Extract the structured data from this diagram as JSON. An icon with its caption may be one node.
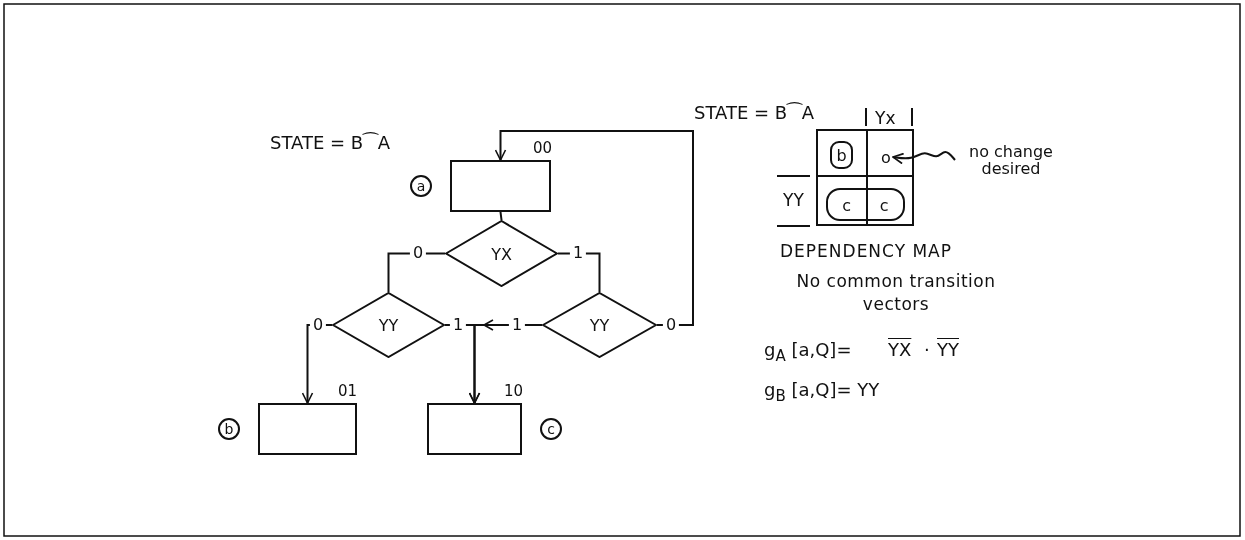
{
  "diagram": {
    "nodes": [
      {
        "text": [],
        "shape": "box",
        "beside": [
          "a",
          "00"
        ]
      },
      {
        "text": [
          "YX"
        ]
      },
      {
        "text": [
          "YY"
        ]
      },
      {
        "text": [
          "YY"
        ]
      },
      {
        "text": [],
        "shape": "box",
        "beside": [
          "b",
          "01"
        ]
      },
      {
        "text": [],
        "shape": "box",
        "beside": [
          "c",
          "10"
        ]
      },
      {
        "text": [
          "b"
        ]
      },
      {
        "text": [
          "o"
        ]
      },
      {
        "text": [
          "c",
          "c"
        ]
      },
      {
        "text": [
          "no change desired"
        ]
      }
    ],
    "edges": [
      {
        "from": 0,
        "to": 1,
        "arrow": "none"
      },
      {
        "from": 1,
        "to": 2,
        "label": "0",
        "arrow": "none"
      },
      {
        "from": 1,
        "to": 3,
        "label": "1",
        "arrow": "none"
      },
      {
        "from": 2,
        "to": 4,
        "label": "0",
        "arrow": "to"
      },
      {
        "from": 2,
        "to": 5,
        "label": "1",
        "arrow": "to"
      },
      {
        "from": 3,
        "to": 5,
        "label": "1",
        "arrow": "to"
      },
      {
        "from": 3,
        "to": 0,
        "label": "0",
        "arrow": "to"
      },
      {
        "from": 9,
        "to": 7,
        "arrow": "to"
      }
    ],
    "labels": [
      "STATE = B⁀A",
      "STATE = B⁀A",
      "Yx",
      "YY",
      "DEPENDENCY MAP",
      "No common transition vectors",
      "g$_{A}$ [a,Q]=",
      "YX",
      "·",
      "YY",
      "g$_{B}$ [a,Q]= YY"
    ]
  }
}
